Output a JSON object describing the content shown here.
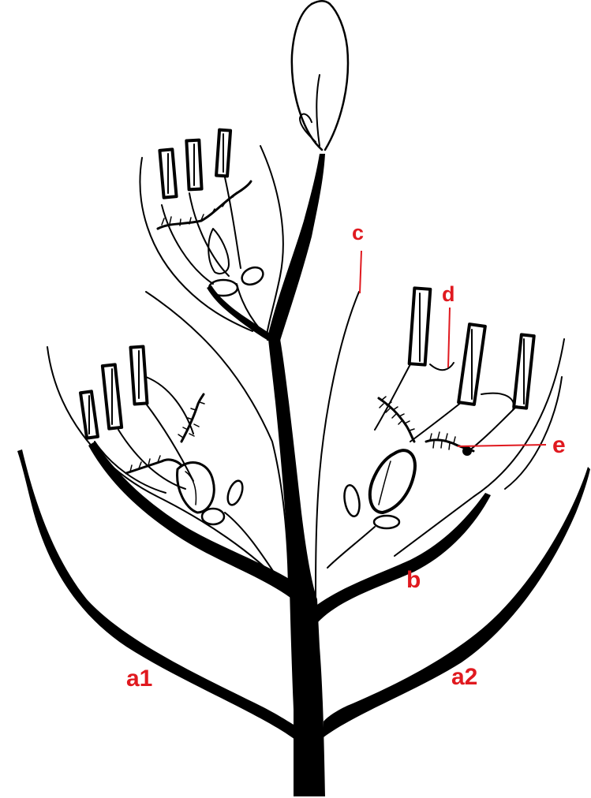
{
  "diagram": {
    "label_color": "#e0191f",
    "ink_color": "#000000",
    "labels": {
      "a1": "a1",
      "a2": "a2",
      "b": "b",
      "c": "c",
      "d": "d",
      "e": "e"
    }
  }
}
